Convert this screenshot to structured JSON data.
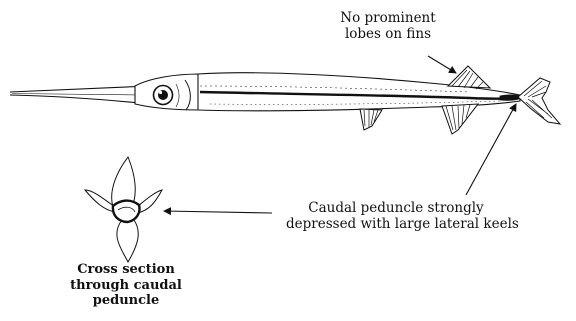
{
  "labels": {
    "fins": [
      "No prominent",
      "lobes on fins"
    ],
    "peduncle": [
      "Caudal peduncle strongly",
      "depressed with large lateral keels"
    ],
    "cross_section": [
      "Cross section",
      "through caudal",
      "peduncle"
    ]
  },
  "colors": {
    "ink": "#111111",
    "background": "#ffffff"
  }
}
